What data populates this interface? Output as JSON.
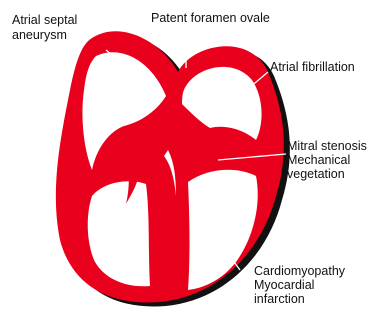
{
  "diagram": {
    "labels": {
      "atrial_septal_aneurysm": [
        "Atrial septal",
        "aneurysm"
      ],
      "patent_foramen_ovale": "Patent foramen ovale",
      "atrial_fibrillation": "Atrial fibrillation",
      "mitral": [
        "Mitral stenosis",
        "Mechanical",
        "vegetation"
      ],
      "ventricle": [
        "Cardiomyopathy",
        "Myocardial",
        "infarction"
      ]
    },
    "colors": {
      "myocardium": "#e8001c",
      "shadow": "#111111",
      "background": "#ffffff",
      "leader_lines": "#ffffff",
      "text": "#111111"
    }
  }
}
